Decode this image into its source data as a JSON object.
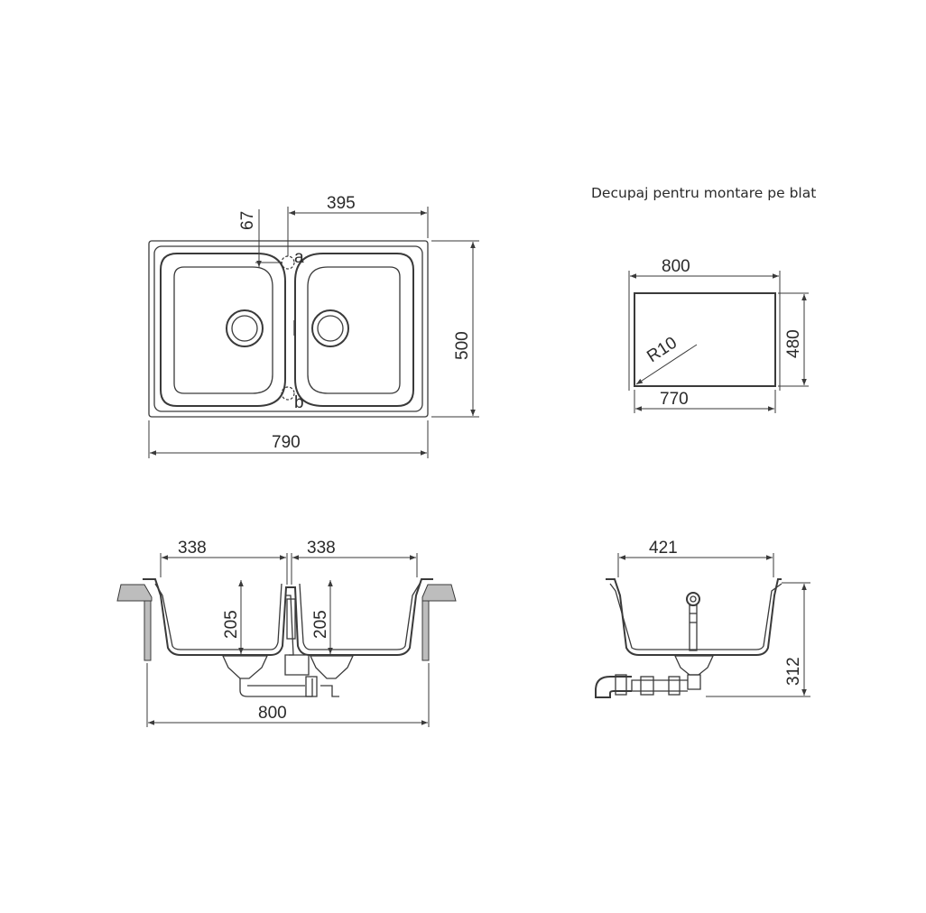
{
  "cutout_title": "Decupaj pentru montare pe blat",
  "top_view": {
    "width": "790",
    "height": "500",
    "bowl_offset": "395",
    "drain_offset": "67",
    "label_a": "a",
    "label_b": "b"
  },
  "cutout": {
    "outer_width": "800",
    "inner_width": "770",
    "height": "480",
    "radius": "R10"
  },
  "front_section": {
    "bowl_left_width": "338",
    "bowl_right_width": "338",
    "depth_left": "205",
    "depth_right": "205",
    "overall_width": "800"
  },
  "side_section": {
    "width": "421",
    "height": "312"
  }
}
